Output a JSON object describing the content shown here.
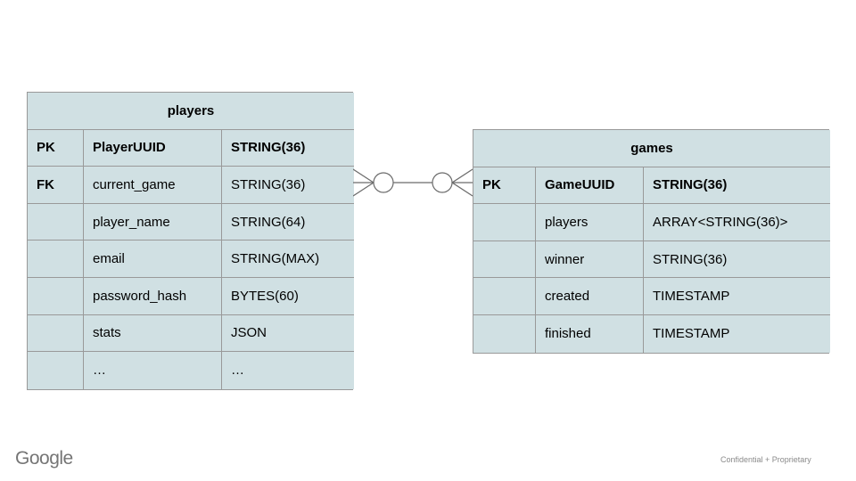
{
  "diagram": {
    "tables": {
      "players": {
        "title": "players",
        "rows": [
          {
            "key": "PK",
            "field": "PlayerUUID",
            "type": "STRING(36)"
          },
          {
            "key": "FK",
            "field": "current_game",
            "type": "STRING(36)"
          },
          {
            "key": "",
            "field": "player_name",
            "type": "STRING(64)"
          },
          {
            "key": "",
            "field": "email",
            "type": "STRING(MAX)"
          },
          {
            "key": "",
            "field": "password_hash",
            "type": "BYTES(60)"
          },
          {
            "key": "",
            "field": "stats",
            "type": "JSON"
          },
          {
            "key": "",
            "field": "…",
            "type": "…"
          }
        ]
      },
      "games": {
        "title": "games",
        "rows": [
          {
            "key": "PK",
            "field": "GameUUID",
            "type": "STRING(36)"
          },
          {
            "key": "",
            "field": "players",
            "type": "ARRAY<STRING(36)>"
          },
          {
            "key": "",
            "field": "winner",
            "type": "STRING(36)"
          },
          {
            "key": "",
            "field": "created",
            "type": "TIMESTAMP"
          },
          {
            "key": "",
            "field": "finished",
            "type": "TIMESTAMP"
          }
        ]
      }
    },
    "relationship": {
      "type": "many-to-many",
      "left_cardinality": "zero-or-many",
      "right_cardinality": "zero-or-many"
    },
    "colors": {
      "cell_fill": "#d0e0e3",
      "cell_border": "#999999",
      "connector": "#6b6b6b",
      "text": "#000000"
    }
  },
  "footer": {
    "logo": "Google",
    "confidential": "Confidential + Proprietary"
  }
}
